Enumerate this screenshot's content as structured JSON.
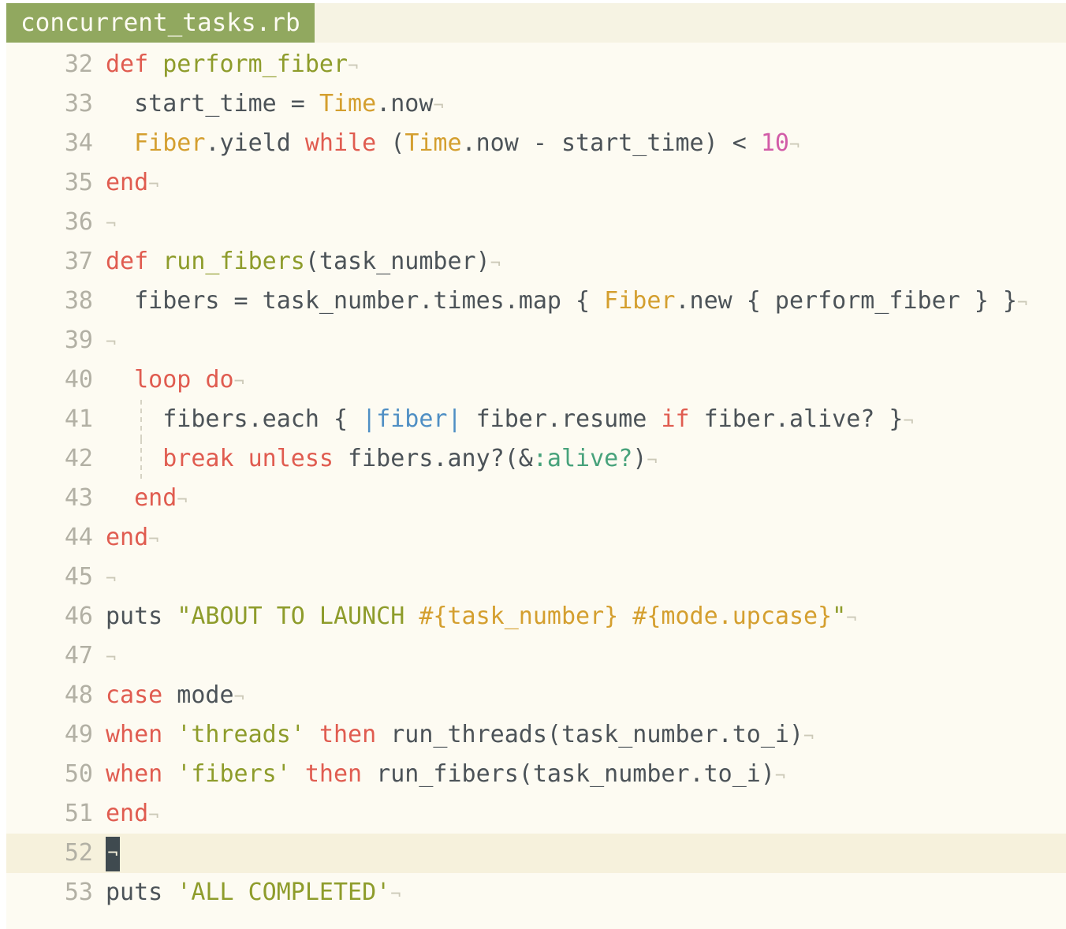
{
  "tab": {
    "filename": "concurrent_tasks.rb"
  },
  "editor": {
    "eol_marker": "¬",
    "current_line": "52",
    "lines": [
      {
        "num": "32",
        "indent": 0,
        "tokens": [
          [
            "k",
            "def"
          ],
          [
            "p",
            " "
          ],
          [
            "f",
            "perform_fiber"
          ]
        ]
      },
      {
        "num": "33",
        "indent": 1,
        "tokens": [
          [
            "p",
            "start_time = "
          ],
          [
            "c",
            "Time"
          ],
          [
            "p",
            ".now"
          ]
        ]
      },
      {
        "num": "34",
        "indent": 1,
        "tokens": [
          [
            "c",
            "Fiber"
          ],
          [
            "p",
            ".yield "
          ],
          [
            "k",
            "while"
          ],
          [
            "p",
            " ("
          ],
          [
            "c",
            "Time"
          ],
          [
            "p",
            ".now - start_time) < "
          ],
          [
            "n",
            "10"
          ]
        ]
      },
      {
        "num": "35",
        "indent": 0,
        "tokens": [
          [
            "k",
            "end"
          ]
        ]
      },
      {
        "num": "36",
        "indent": 0,
        "tokens": []
      },
      {
        "num": "37",
        "indent": 0,
        "tokens": [
          [
            "k",
            "def"
          ],
          [
            "p",
            " "
          ],
          [
            "f",
            "run_fibers"
          ],
          [
            "p",
            "(task_number)"
          ]
        ]
      },
      {
        "num": "38",
        "indent": 1,
        "tokens": [
          [
            "p",
            "fibers = task_number.times.map { "
          ],
          [
            "c",
            "Fiber"
          ],
          [
            "p",
            ".new { perform_fiber } }"
          ]
        ]
      },
      {
        "num": "39",
        "indent": 0,
        "tokens": []
      },
      {
        "num": "40",
        "indent": 1,
        "tokens": [
          [
            "k",
            "loop"
          ],
          [
            "p",
            " "
          ],
          [
            "k",
            "do"
          ]
        ]
      },
      {
        "num": "41",
        "indent": 2,
        "guide": true,
        "tokens": [
          [
            "p",
            "fibers.each { "
          ],
          [
            "b",
            "|fiber|"
          ],
          [
            "p",
            " fiber.resume "
          ],
          [
            "k",
            "if"
          ],
          [
            "p",
            " fiber.alive? }"
          ]
        ]
      },
      {
        "num": "42",
        "indent": 2,
        "guide": true,
        "tokens": [
          [
            "k",
            "break"
          ],
          [
            "p",
            " "
          ],
          [
            "k",
            "unless"
          ],
          [
            "p",
            " fibers.any?(&"
          ],
          [
            "y",
            ":alive?"
          ],
          [
            "p",
            ")"
          ]
        ]
      },
      {
        "num": "43",
        "indent": 1,
        "tokens": [
          [
            "k",
            "end"
          ]
        ]
      },
      {
        "num": "44",
        "indent": 0,
        "tokens": [
          [
            "k",
            "end"
          ]
        ]
      },
      {
        "num": "45",
        "indent": 0,
        "tokens": []
      },
      {
        "num": "46",
        "indent": 0,
        "tokens": [
          [
            "p",
            "puts "
          ],
          [
            "s",
            "\"ABOUT TO LAUNCH "
          ],
          [
            "i",
            "#{task_number}"
          ],
          [
            "s",
            " "
          ],
          [
            "i",
            "#{mode.upcase}"
          ],
          [
            "s",
            "\""
          ]
        ]
      },
      {
        "num": "47",
        "indent": 0,
        "tokens": []
      },
      {
        "num": "48",
        "indent": 0,
        "tokens": [
          [
            "k",
            "case"
          ],
          [
            "p",
            " mode"
          ]
        ]
      },
      {
        "num": "49",
        "indent": 0,
        "tokens": [
          [
            "k",
            "when"
          ],
          [
            "p",
            " "
          ],
          [
            "s",
            "'threads'"
          ],
          [
            "p",
            " "
          ],
          [
            "k",
            "then"
          ],
          [
            "p",
            " run_threads(task_number.to_i)"
          ]
        ]
      },
      {
        "num": "50",
        "indent": 0,
        "tokens": [
          [
            "k",
            "when"
          ],
          [
            "p",
            " "
          ],
          [
            "s",
            "'fibers'"
          ],
          [
            "p",
            " "
          ],
          [
            "k",
            "then"
          ],
          [
            "p",
            " run_fibers(task_number.to_i)"
          ]
        ]
      },
      {
        "num": "51",
        "indent": 0,
        "tokens": [
          [
            "k",
            "end"
          ]
        ]
      },
      {
        "num": "52",
        "indent": 0,
        "tokens": [],
        "cursor": true
      },
      {
        "num": "53",
        "indent": 0,
        "tokens": [
          [
            "p",
            "puts "
          ],
          [
            "s",
            "'ALL COMPLETED'"
          ]
        ]
      }
    ]
  }
}
